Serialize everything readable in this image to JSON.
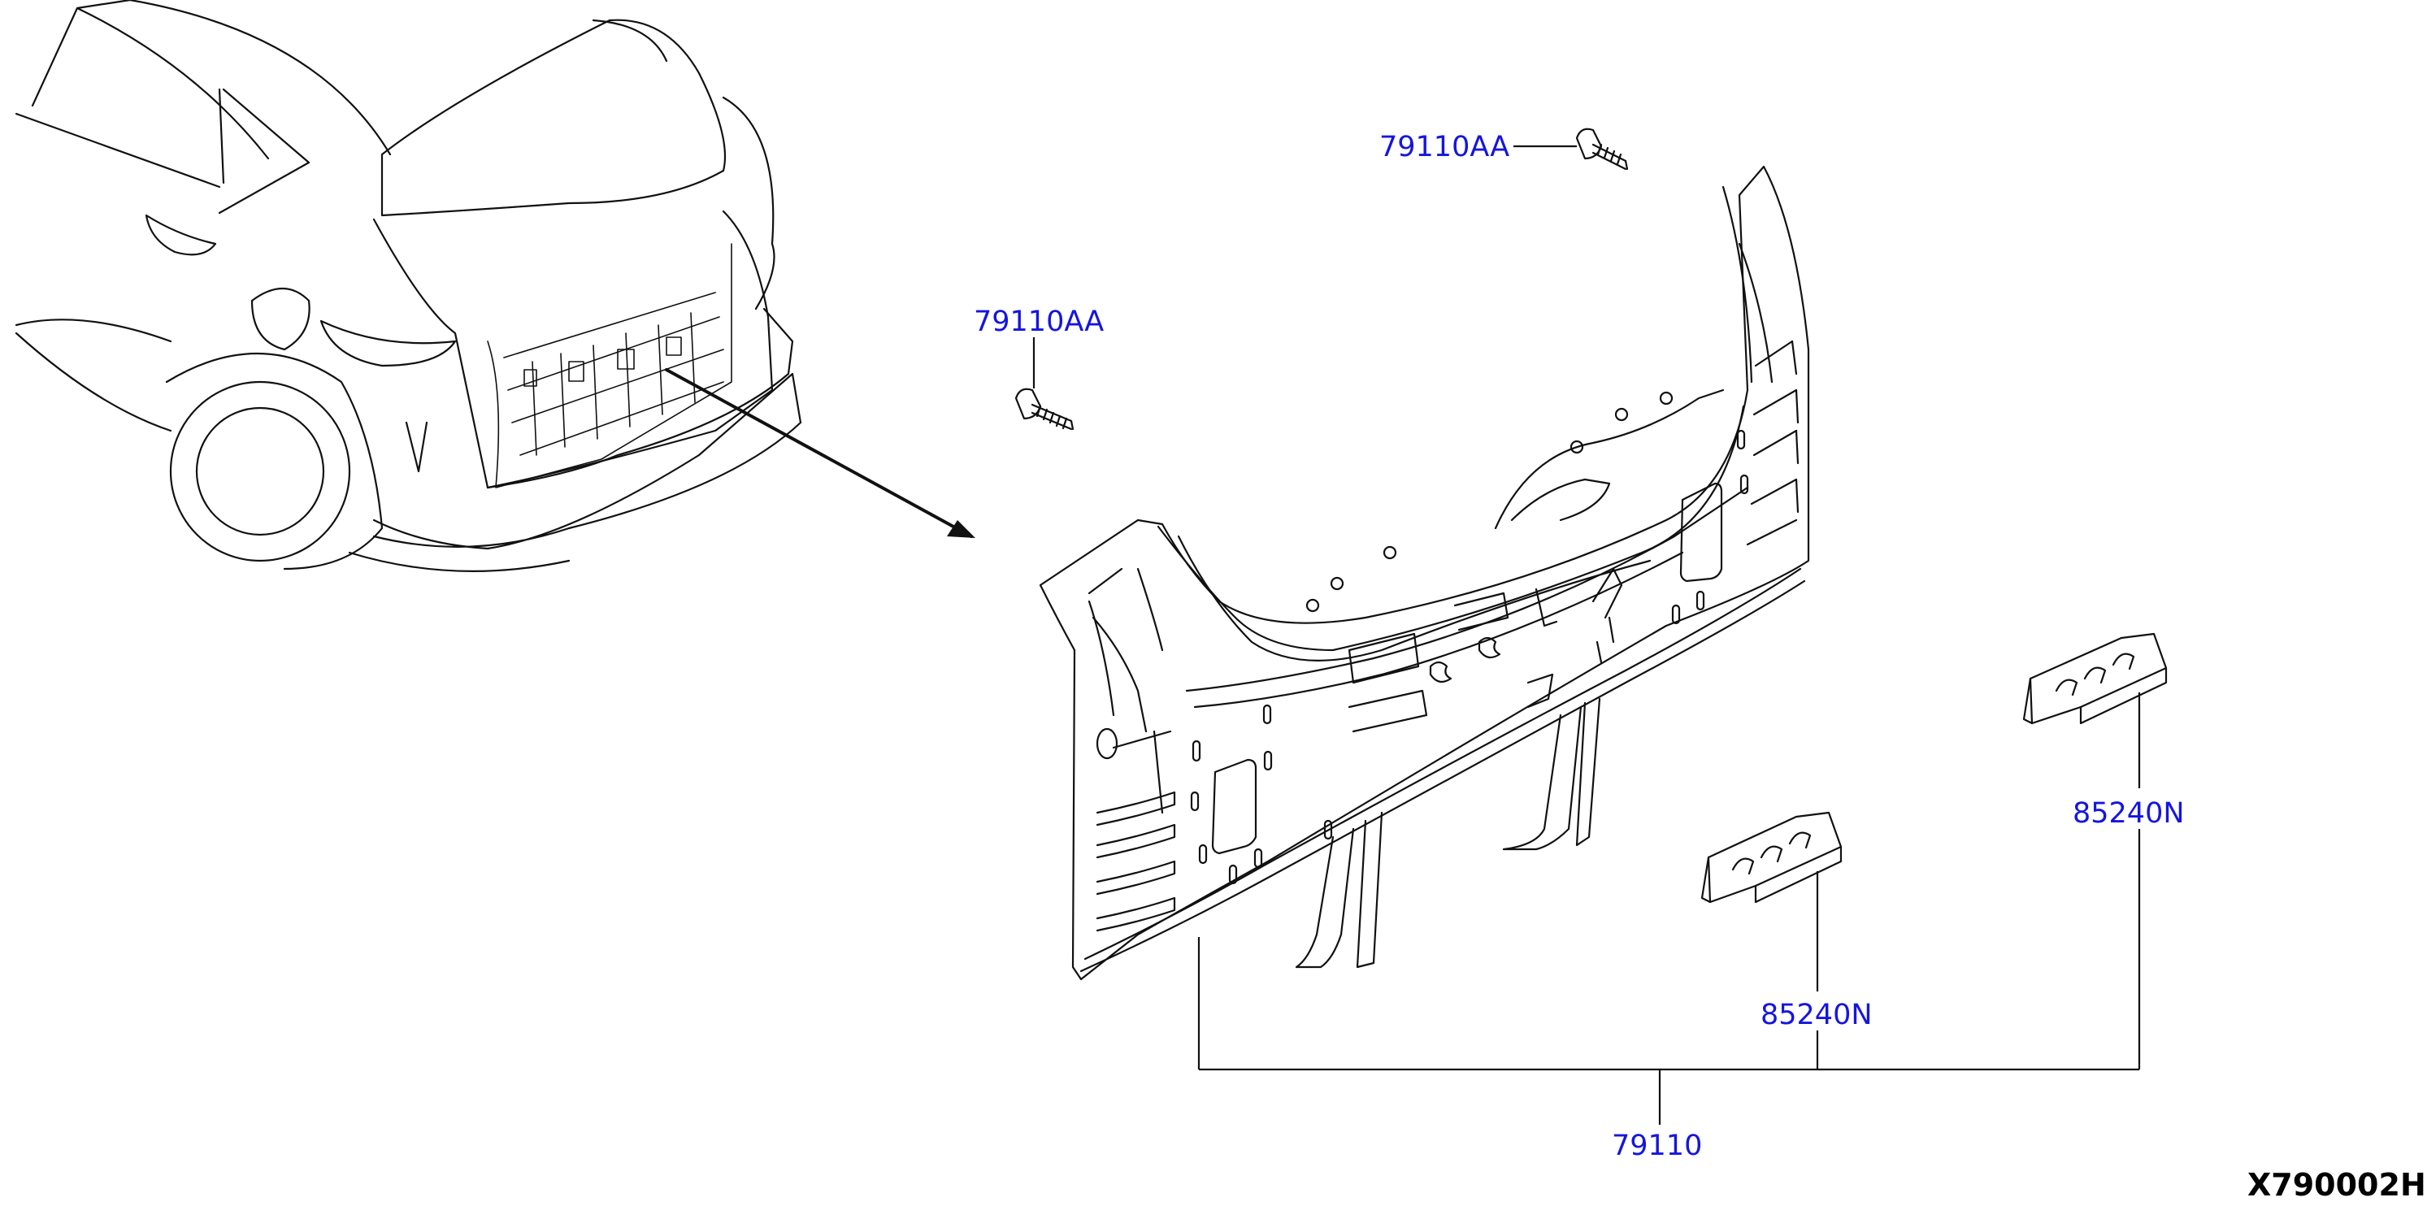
{
  "diagram": {
    "code": "X790002H",
    "callouts": [
      {
        "part_number": "79110AA",
        "item": "bolt"
      },
      {
        "part_number": "79110AA",
        "item": "bolt"
      },
      {
        "part_number": "85240N",
        "item": "bracket"
      },
      {
        "part_number": "85240N",
        "item": "bracket"
      },
      {
        "part_number": "79110",
        "item": "rear panel assembly"
      }
    ]
  },
  "colors": {
    "callout_text": "#1515e0",
    "linework": "#111111",
    "background": "#ffffff"
  }
}
